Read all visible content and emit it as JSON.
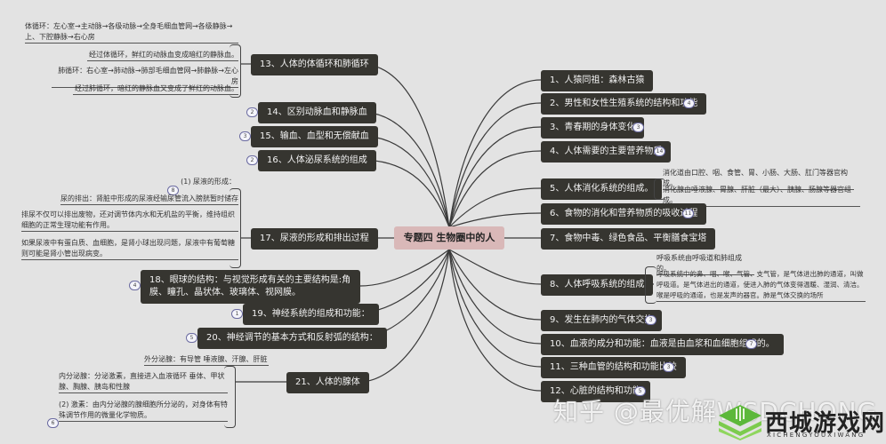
{
  "center": {
    "label": "专题四 生物圈中的人"
  },
  "right_nodes": [
    {
      "label": "1、人猿同祖：森林古猿",
      "badge": ""
    },
    {
      "label": "2、男性和女性生殖系统的结构和功能",
      "badge": "4"
    },
    {
      "label": "3、青春期的身体变化",
      "badge": "3"
    },
    {
      "label": "4、人体需要的主要营养物质",
      "badge": "14"
    },
    {
      "label": "5、人体消化系统的组成。",
      "badge": "",
      "notes": [
        "消化道由口腔、咽、食管、胃、小肠、大肠、肛门等器官构成。",
        "消化腺由唾液腺、胃腺、肝脏（最大）、胰腺、肠腺等器官组成。"
      ]
    },
    {
      "label": "6、食物的消化和营养物质的吸收过程",
      "badge": "11"
    },
    {
      "label": "7、食物中毒、绿色食品、平衡膳食宝塔",
      "badge": ""
    },
    {
      "label": "8、人体呼吸系统的组成",
      "badge": "",
      "notes": [
        "呼吸系统由呼吸道和肺组成的。",
        "呼吸系统中的鼻、咽、喉、气管、支气管，是气体进出肺的通道，叫做呼吸道。是气体进出的通道，使进入肺的气体变得温暖、湿润、清洁。喉是呼吸的通道，也是发声的器官。肺是气体交换的场所"
      ]
    },
    {
      "label": "9、发生在肺内的气体交换",
      "badge": "3"
    },
    {
      "label": "10、血液的成分和功能：血液是由血浆和血细胞组成的。",
      "badge": "7"
    },
    {
      "label": "11、三种血管的结构和功能比较",
      "badge": "3"
    },
    {
      "label": "12、心脏的结构和功能",
      "badge": "5"
    }
  ],
  "left_nodes": [
    {
      "label": "13、人体的体循环和肺循环",
      "badge": "",
      "notes": [
        "体循环：左心室→主动脉→各级动脉→全身毛细血管网→各级静脉→上、下腔静脉→右心房",
        "经过体循环，鲜红的动脉血变成暗红的静脉血。",
        "肺循环：右心室→肺动脉→肺部毛细血管网→肺静脉→左心房",
        "经过肺循环，暗红的静脉血又变成了鲜红的动脉血。"
      ]
    },
    {
      "label": "14、区别动脉血和静脉血",
      "badge": "2"
    },
    {
      "label": "15、输血、血型和无偿献血",
      "badge": "3"
    },
    {
      "label": "16、人体泌尿系统的组成",
      "badge": "2"
    },
    {
      "label": "17、尿液的形成和排出过程",
      "badge": "",
      "notes": [
        "(1) 尿液的形成：",
        "尿的排出：肾脏中形成的尿液经输尿管流入膀胱暂时储存",
        "排尿不仅可以排出废物，还对调节体内水和无机盐的平衡，维持组织细胞的正常生理功能有作用。",
        "如果尿液中有蛋白质、血细胞，是肾小球出现问题，尿液中有葡萄糖则可能是肾小管出现病变。"
      ],
      "note_badge": "8"
    },
    {
      "label": "18、眼球的结构：与视觉形成有关的主要结构是:角膜、瞳孔、晶状体、玻璃体、视网膜。",
      "badge": "4"
    },
    {
      "label": "19、神经系统的组成和功能：",
      "badge": "1"
    },
    {
      "label": "20、神经调节的基本方式和反射弧的结构：",
      "badge": "5"
    },
    {
      "label": "21、人体的腺体",
      "badge": "",
      "notes": [
        "外分泌腺：有导管    唾液腺、汗腺、肝脏",
        "内分泌腺：分泌激素，直接进入血液循环  垂体、甲状腺、胸腺、胰岛和性腺",
        "(2) 激素：由内分泌腺的腺细胞所分泌的，对身体有特殊调节作用的微量化学物质。"
      ],
      "note_badge": "6"
    }
  ],
  "watermark": {
    "text": "知乎 @最优解WSDCHONG",
    "site_cn": "西城游戏网",
    "site_en": "XICHENGYOUXIWANG"
  },
  "colors": {
    "background": "#e3e3e3",
    "node": "#363530",
    "center": "#d9b8b8",
    "line": "#3a3a3a",
    "badge_border": "#6a6aa0"
  }
}
